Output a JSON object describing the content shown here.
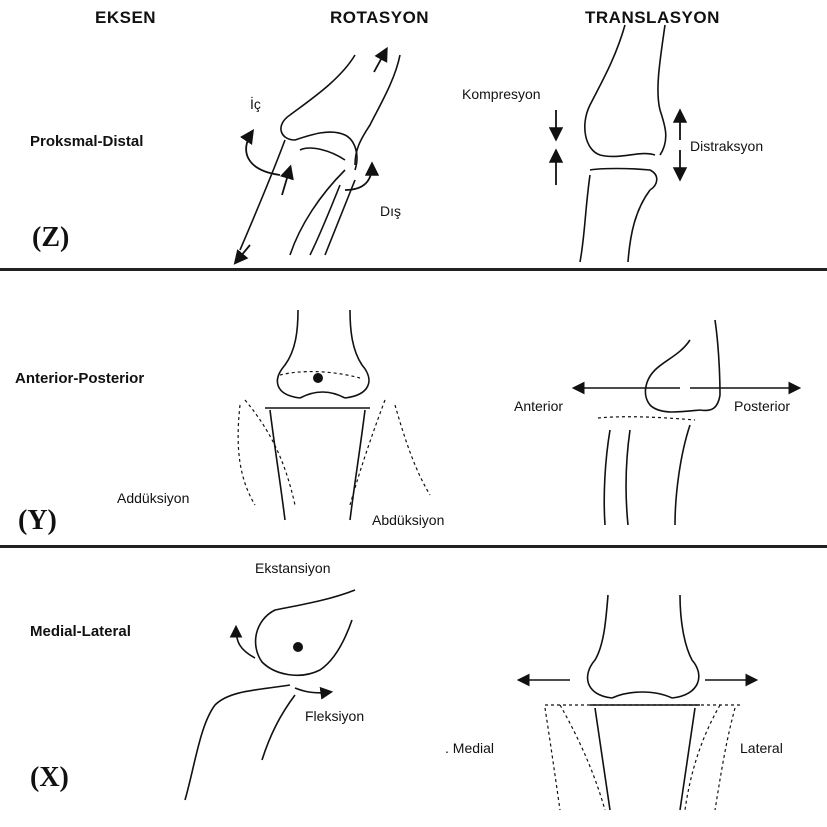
{
  "headers": {
    "eksen": "EKSEN",
    "rotasyon": "ROTASYON",
    "translasyon": "TRANSLASYON"
  },
  "rows": {
    "z": {
      "axis_name": "Proksmal-Distal",
      "tag": "(Z)",
      "rotation_labels": {
        "inner": "İç",
        "outer": "Dış"
      },
      "translation_labels": {
        "compression": "Kompresyon",
        "distraction": "Distraksyon"
      }
    },
    "y": {
      "axis_name": "Anterior-Posterior",
      "tag": "(Y)",
      "rotation_labels": {
        "adduction": "Addüksiyon",
        "abduction": "Abdüksiyon"
      },
      "translation_labels": {
        "anterior": "Anterior",
        "posterior": "Posterior"
      }
    },
    "x": {
      "axis_name": "Medial-Lateral",
      "tag": "(X)",
      "rotation_labels": {
        "extension": "Ekstansiyon",
        "flexion": "Fleksiyon"
      },
      "translation_labels": {
        "medial": ". Medial",
        "lateral": "Lateral"
      }
    }
  }
}
